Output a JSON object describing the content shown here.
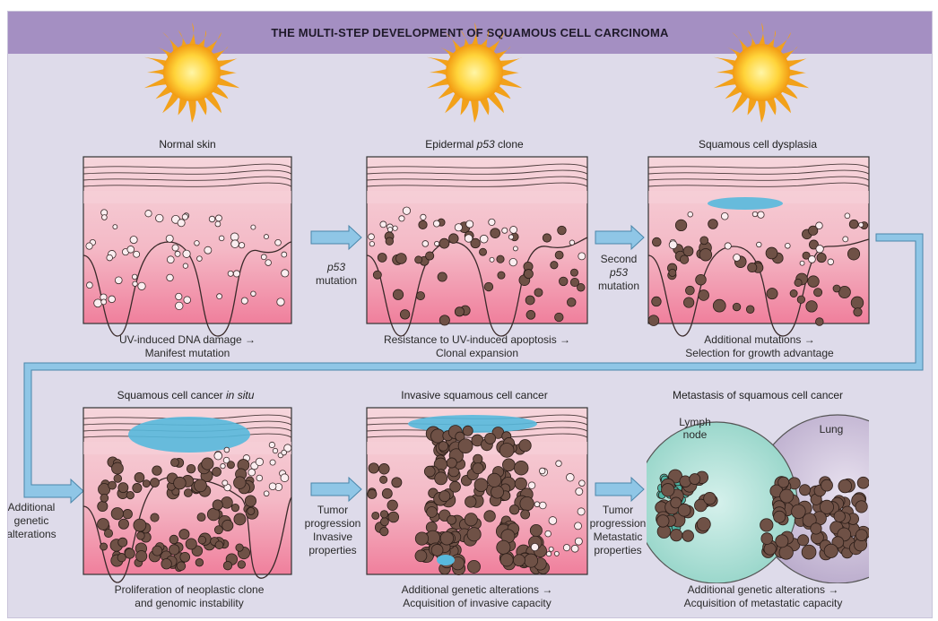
{
  "title": "THE MULTI-STEP DEVELOPMENT OF SQUAMOUS CELL CARCINOMA",
  "stages": [
    {
      "label": "Normal skin",
      "label_italic": "",
      "caption_line1": "UV-induced DNA damage →",
      "caption_line2": "Manifest mutation"
    },
    {
      "label": "Epidermal ",
      "label_italic": "p53",
      "label_after": " clone",
      "caption_line1": "Resistance to UV-induced apoptosis →",
      "caption_line2": "Clonal expansion"
    },
    {
      "label": "Squamous cell dysplasia",
      "label_italic": "",
      "caption_line1": "Additional mutations →",
      "caption_line2": "Selection for growth advantage"
    },
    {
      "label": "Squamous cell cancer ",
      "label_italic": "in situ",
      "caption_line1": "Proliferation of neoplastic clone",
      "caption_line2": "and genomic instability"
    },
    {
      "label": "Invasive squamous cell cancer",
      "label_italic": "",
      "caption_line1": "Additional genetic alterations →",
      "caption_line2": "Acquisition of invasive capacity"
    },
    {
      "label": "Metastasis of squamous cell cancer",
      "label_italic": "",
      "caption_line1": "Additional genetic alterations →",
      "caption_line2": "Acquisition of metastatic capacity"
    }
  ],
  "arrows": {
    "a1": {
      "line1": "p53",
      "line2": "mutation"
    },
    "a2": {
      "line1": "Second",
      "line2": "p53",
      "line3": "mutation"
    },
    "a3": {
      "line1": "Additional",
      "line2": "genetic",
      "line3": "alterations"
    },
    "a4": {
      "line1": "Tumor",
      "line2": "progression",
      "line3": "Invasive",
      "line4": "properties"
    },
    "a5": {
      "line1": "Tumor",
      "line2": "progression",
      "line3": "Metastatic",
      "line4": "properties"
    }
  },
  "metastasis_labels": {
    "lymph_line1": "Lymph",
    "lymph_line2": "node",
    "lung": "Lung"
  },
  "colors": {
    "title_bar": "#a48fc2",
    "background": "#dedbea",
    "dermis": "#f2c1cc",
    "dermis_deep": "#f07f9c",
    "epidermis": "#f6d3d9",
    "tumor_cell": "#6f5146",
    "neoplastic_sheet": "#58b9dd",
    "arrow": "#8fc6e6",
    "lymph_node": "#a8dcd3",
    "lung": "#c8bdd6"
  },
  "icons": [
    "sun-icon",
    "arrow-right-icon"
  ]
}
